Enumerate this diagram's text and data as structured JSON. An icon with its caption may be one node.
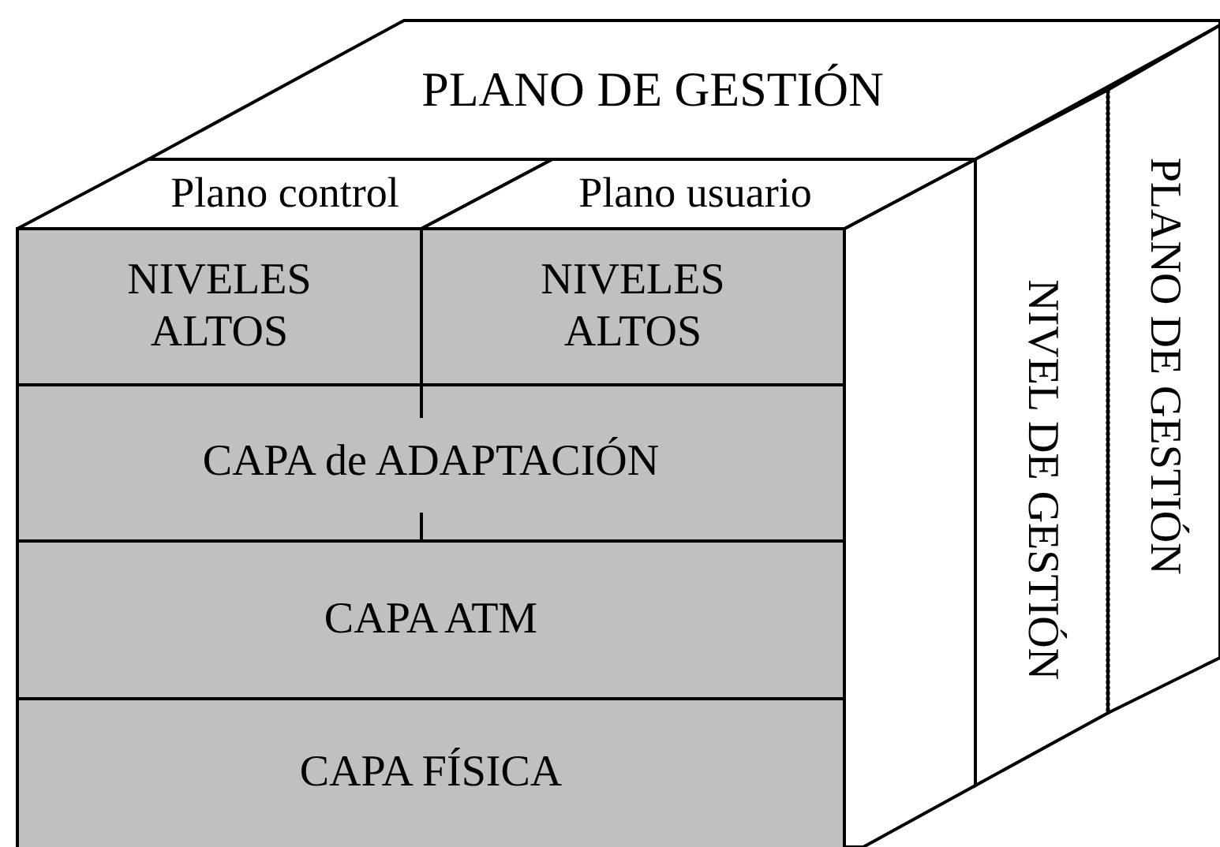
{
  "diagram": {
    "nodes": [
      {
        "text": [
          "PLANO DE GESTIÓN"
        ]
      },
      {
        "text": [
          "Plano control"
        ]
      },
      {
        "text": [
          "Plano usuario"
        ]
      },
      {
        "text": [
          "NIVELES ALTOS"
        ]
      },
      {
        "text": [
          "NIVELES ALTOS"
        ]
      },
      {
        "text": [
          "CAPA de ADAPTACIÓN"
        ]
      },
      {
        "text": [
          "CAPA ATM"
        ]
      },
      {
        "text": [
          "CAPA FÍSICA"
        ]
      },
      {
        "text": [
          "NIVEL DE GESTIÓN"
        ]
      },
      {
        "text": [
          "PLANO DE GESTIÓN"
        ]
      }
    ]
  }
}
